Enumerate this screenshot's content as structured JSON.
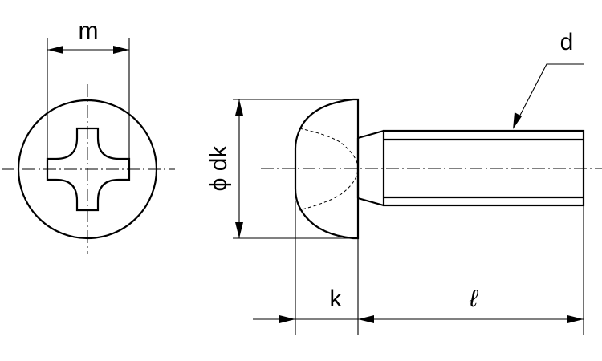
{
  "diagram": {
    "labels": {
      "m": "m",
      "dk": "ϕ dk",
      "k": "k",
      "l": "ℓ",
      "d": "d"
    },
    "colors": {
      "line": "#000000",
      "background": "#ffffff"
    }
  }
}
